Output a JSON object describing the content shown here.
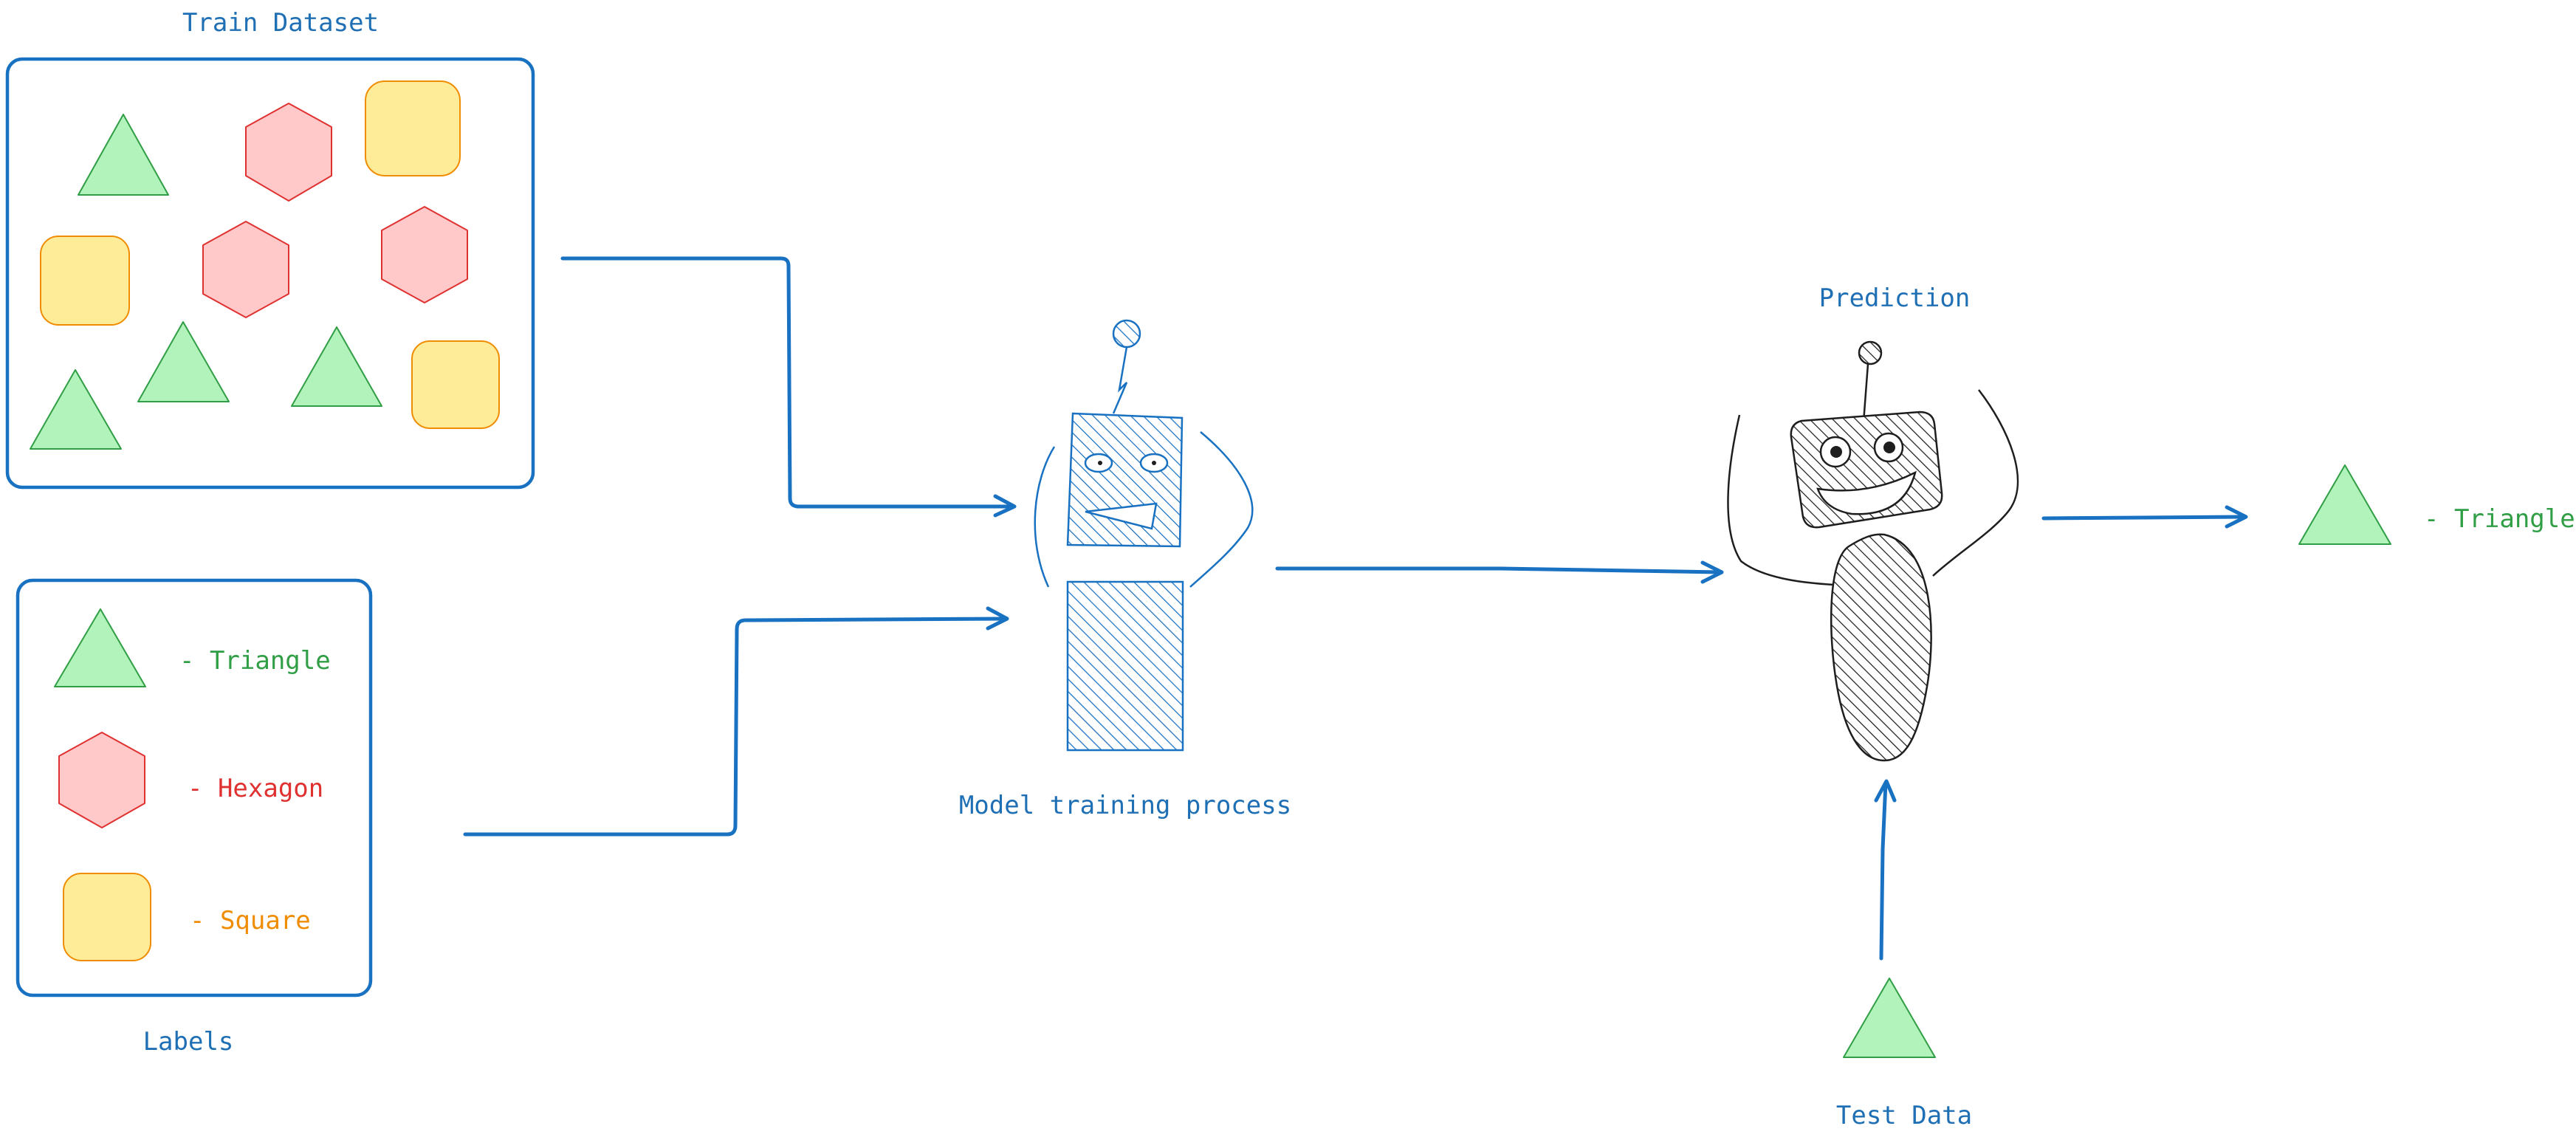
{
  "labels": {
    "train_dataset": "Train Dataset",
    "labels_title": "Labels",
    "model_training": "Model training process",
    "prediction": "Prediction",
    "test_data": "Test Data",
    "result": "- Triangle"
  },
  "legend": [
    {
      "shape": "triangle",
      "text": "- Triangle",
      "color": "#2f9e44"
    },
    {
      "shape": "hexagon",
      "text": "- Hexagon",
      "color": "#e03131"
    },
    {
      "shape": "square",
      "text": "- Square",
      "color": "#f08c00"
    }
  ],
  "colors": {
    "accent": "#1971c2",
    "triangle_fill": "#b2f2bb",
    "hexagon_fill": "#ffc9c9",
    "square_fill": "#ffec99"
  }
}
